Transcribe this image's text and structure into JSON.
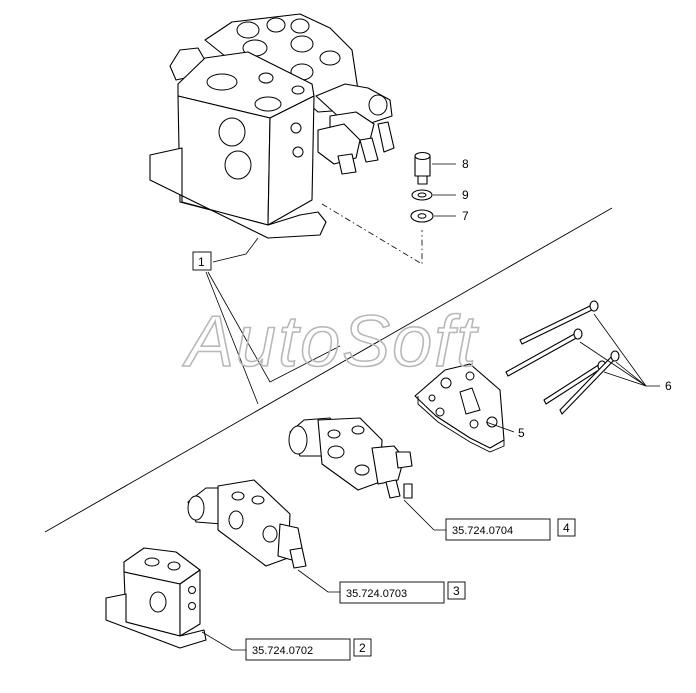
{
  "watermark": "AutoSoft",
  "callouts": {
    "c1": "1",
    "c2": "2",
    "c3": "3",
    "c4": "4",
    "c5": "5",
    "c6": "6",
    "c7": "7",
    "c8": "8",
    "c9": "9"
  },
  "references": {
    "r2": "35.724.0702",
    "r3": "35.724.0703",
    "r4": "35.724.0704"
  }
}
